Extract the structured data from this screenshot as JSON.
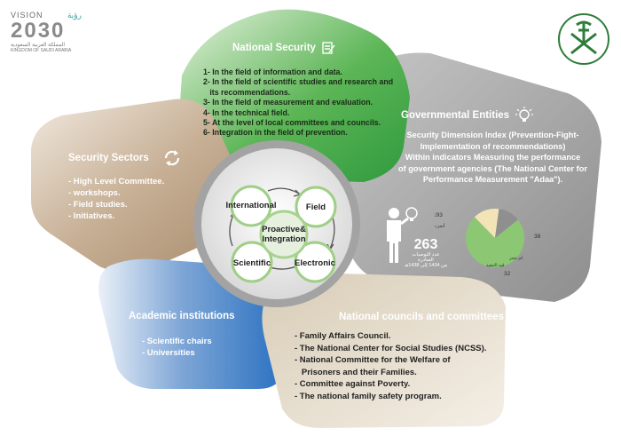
{
  "vision_logo": {
    "line1": "VISION",
    "year": "2030",
    "arabic": "رؤية",
    "sub_ar": "المملكة العربية السعودية",
    "sub_en": "KINGDOM OF SAUDI ARABIA"
  },
  "emblem": {
    "icon": "saudi-emblem-icon"
  },
  "national_security": {
    "title": "National Security",
    "icon": "document-edit-icon",
    "items": [
      "1- In the field of information and data.",
      "2- In the field of scientific studies and research and",
      "   its recommendations.",
      "3- In the field of measurement and evaluation.",
      "4- In the technical field.",
      "5- At the level of local committees and councils.",
      "6- Integration in the field of prevention."
    ]
  },
  "governmental_entities": {
    "title": "Governmental Entities",
    "icon": "lightbulb-icon",
    "lines": [
      "Security Dimension Index (Prevention-Fight-",
      "Implementation of recommendations)",
      "Within indicators Measuring the performance",
      "of government agencies (The National Center for",
      "Performance Measurement \"Adaa\")."
    ],
    "stat_value": "263",
    "stat_label_ar": "عدد التوصيات الصادرة",
    "stat_sub_ar": "من 1434 إلى 1438هـ"
  },
  "chart_data": {
    "type": "pie",
    "values": [
      193,
      38,
      32
    ],
    "labels": [
      "أنجزت",
      "لم تنجز",
      "قيد التنفيذ"
    ],
    "value_labels": [
      "193",
      "38",
      "32"
    ],
    "colors": [
      "#8cc873",
      "#f3e4b8",
      "#8f8f8f"
    ]
  },
  "security_sectors": {
    "title": "Security Sectors",
    "icon": "refresh-icon",
    "items": [
      "- High Level Committee.",
      "- workshops.",
      "- Field studies.",
      "- Initiatives."
    ]
  },
  "academic": {
    "title": "Academic institutions",
    "items": [
      "- Scientific chairs",
      "- Universities"
    ]
  },
  "councils": {
    "title": "National councils and committees",
    "items": [
      "- Family Affairs Council.",
      "- The National Center for Social Studies (NCSS).",
      "- National Committee for the Welfare of",
      "   Prisoners and their Families.",
      "- Committee against Poverty.",
      "- The national family safety program."
    ]
  },
  "center": {
    "nodes": {
      "international": "International",
      "field": "Field",
      "scientific": "Scientific",
      "electronic": "Electronic",
      "core_line1": "Proactive&",
      "core_line2": "Integration"
    }
  },
  "colors": {
    "green": "#3fa84a",
    "gray": "#9b9b9b",
    "tan": "#b49a7c",
    "blue": "#3c7ec8",
    "beige": "#cfc1a8"
  }
}
